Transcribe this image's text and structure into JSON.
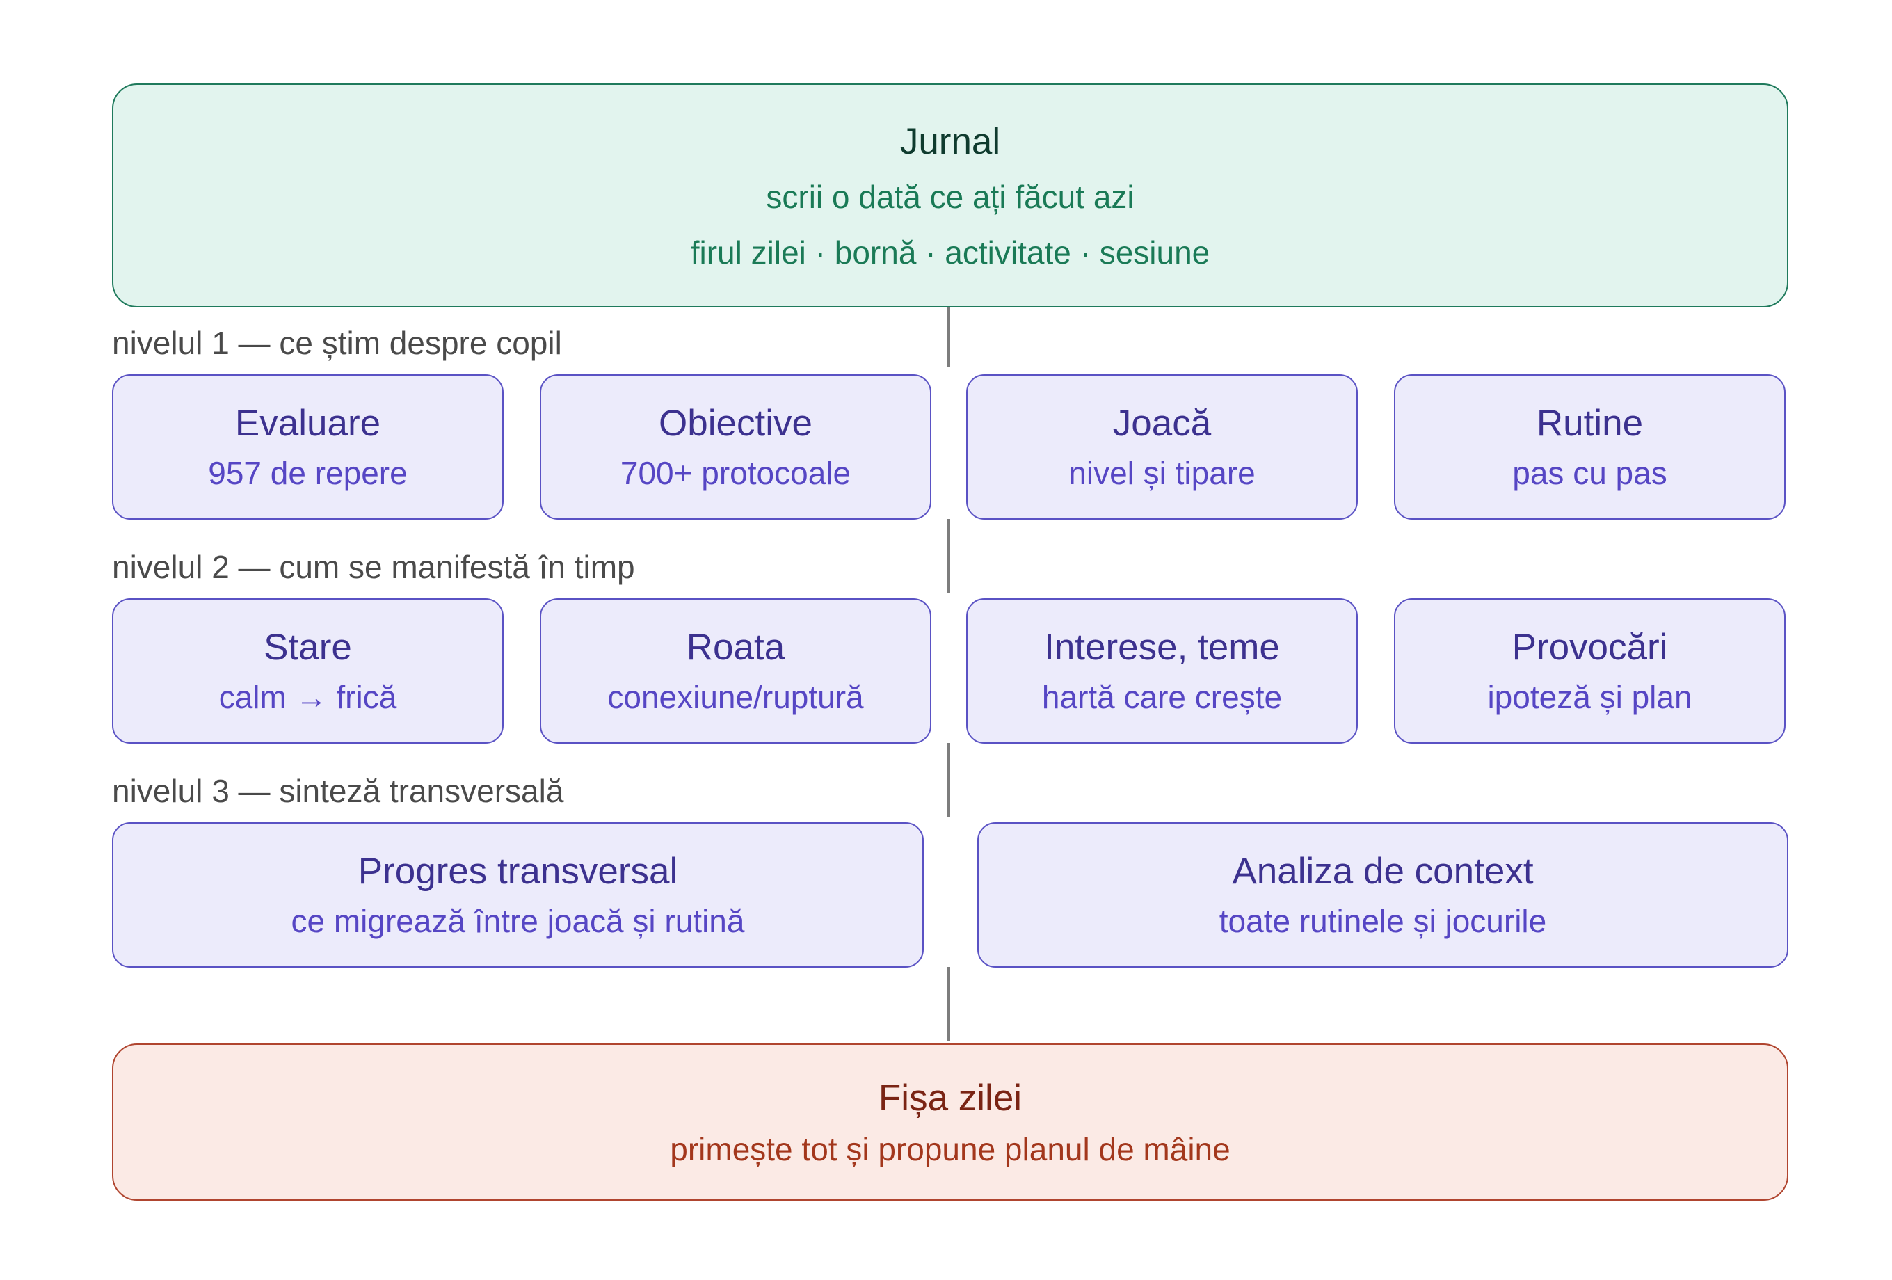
{
  "journal": {
    "title": "Jurnal",
    "subtitle": "scrii o dată ce ați făcut azi",
    "items": "firul zilei · bornă · activitate · sesiune"
  },
  "levels": [
    {
      "label": "nivelul 1 — ce știm despre copil",
      "cards": [
        {
          "title": "Evaluare",
          "subtitle": "957 de repere"
        },
        {
          "title": "Obiective",
          "subtitle": "700+ protocoale"
        },
        {
          "title": "Joacă",
          "subtitle": "nivel și tipare"
        },
        {
          "title": "Rutine",
          "subtitle": "pas cu pas"
        }
      ]
    },
    {
      "label": "nivelul 2 — cum se manifestă în timp",
      "cards": [
        {
          "title": "Stare",
          "subtitle": "calm → frică"
        },
        {
          "title": "Roata",
          "subtitle": "conexiune/ruptură"
        },
        {
          "title": "Interese, teme",
          "subtitle": "hartă care crește"
        },
        {
          "title": "Provocări",
          "subtitle": "ipoteză și plan"
        }
      ]
    },
    {
      "label": "nivelul 3 — sinteză transversală",
      "cards": [
        {
          "title": "Progres transversal",
          "subtitle": "ce migrează între joacă și rutină"
        },
        {
          "title": "Analiza de context",
          "subtitle": "toate rutinele și jocurile"
        }
      ]
    }
  ],
  "final": {
    "title": "Fișa zilei",
    "subtitle": "primește tot și propune planul de mâine"
  },
  "colors": {
    "journal_fill": "#e2f4ee",
    "journal_border": "#1f7a5c",
    "card_fill": "#ecebfb",
    "card_border": "#5a52c4",
    "final_fill": "#fbeae5",
    "final_border": "#b0452f",
    "connector": "#7d7d7d"
  }
}
